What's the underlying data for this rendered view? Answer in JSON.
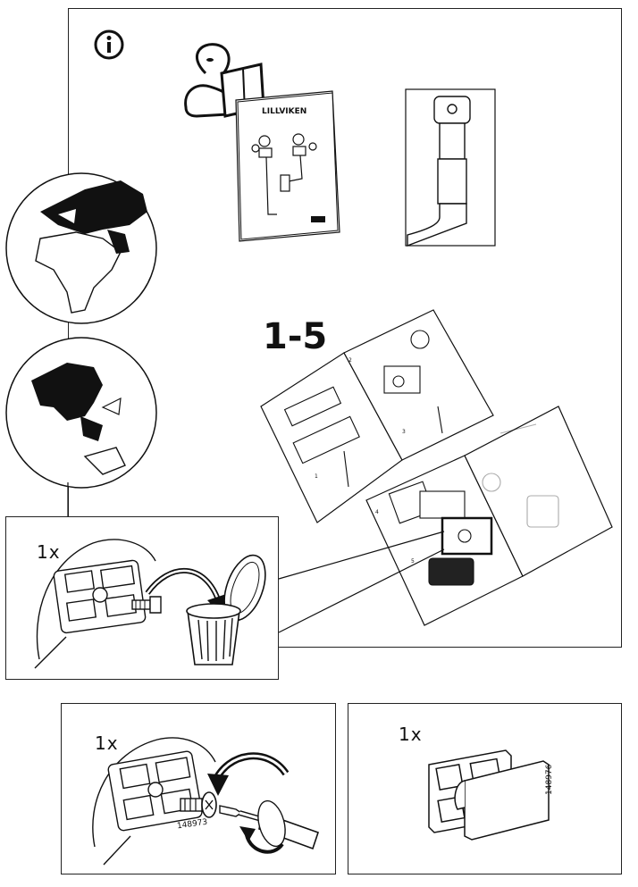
{
  "top_panel": {
    "booklet_title": "LILLVIKEN",
    "steps_label": "1-5"
  },
  "middle_panel": {
    "quantity": "1x"
  },
  "bottom_left_panel": {
    "quantity": "1x",
    "part_number": "148973"
  },
  "bottom_right_panel": {
    "quantity": "1x",
    "part_number": "148976"
  },
  "colors": {
    "line": "#222222",
    "fill_dark": "#111111",
    "globe_fill": "#dcdcdc"
  },
  "icons": [
    "info-icon",
    "reader-figure-icon",
    "globe-europe-africa-icon",
    "globe-asia-icon",
    "trash-can-icon",
    "screw-icon",
    "screwdriver-icon",
    "rotation-arrow-icon"
  ]
}
